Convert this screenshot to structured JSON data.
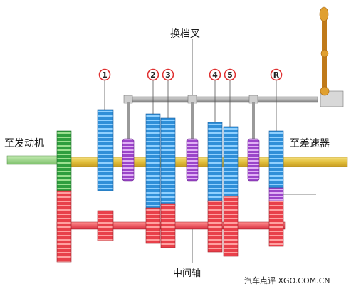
{
  "labels": {
    "shift_fork": "换档叉",
    "to_engine": "至发动机",
    "to_differential": "至差速器",
    "countershaft": "中间轴",
    "watermark": "汽车点评 XGO.COM.CN"
  },
  "gear_markers": [
    "1",
    "2",
    "3",
    "4",
    "5",
    "R"
  ],
  "colors": {
    "input_gear": "#2e9e3e",
    "main_shaft": "#e8c84a",
    "input_shaft": "#8fcf7a",
    "output_gears": "#2f8fd8",
    "countershaft_gears": "#e8404a",
    "synchronizers": "#9b45c9",
    "shift_rail": "#a8a8a8",
    "shift_lever": "#c07a1a",
    "marker_ring": "#e03030"
  }
}
